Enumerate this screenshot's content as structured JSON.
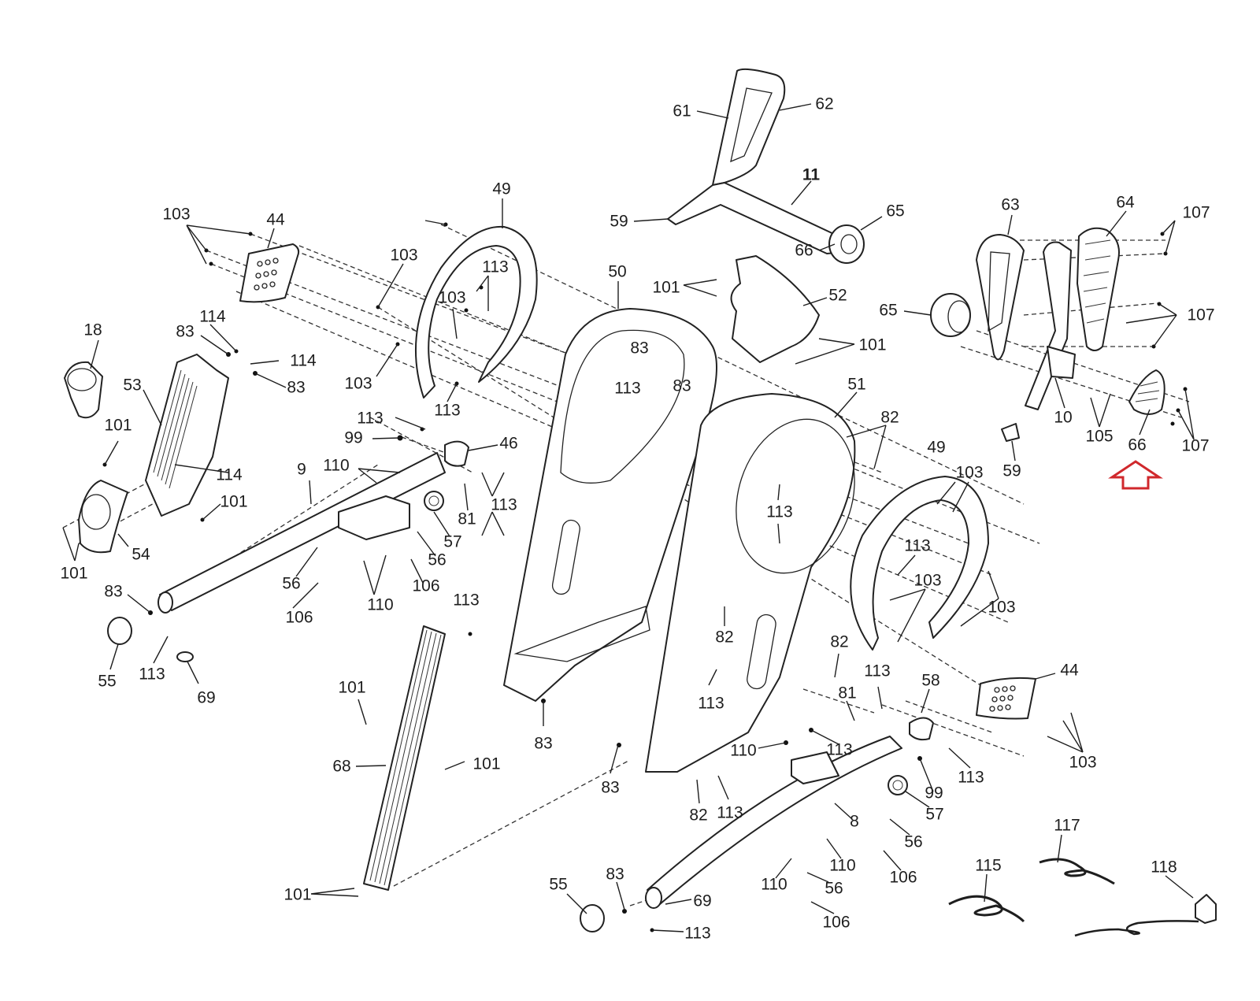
{
  "diagram": {
    "type": "exploded-parts-diagram",
    "subject": "elliptical trainer frame and shroud assembly",
    "highlight": {
      "part": "66",
      "indicator": "up-arrow-outline",
      "color": "#d0282c"
    },
    "callouts": [
      {
        "id": "c-61",
        "text": "61"
      },
      {
        "id": "c-62",
        "text": "62"
      },
      {
        "id": "c-11",
        "text": "11"
      },
      {
        "id": "c-59a",
        "text": "59"
      },
      {
        "id": "c-65a",
        "text": "65"
      },
      {
        "id": "c-66a",
        "text": "66"
      },
      {
        "id": "c-49a",
        "text": "49"
      },
      {
        "id": "c-103a",
        "text": "103"
      },
      {
        "id": "c-44a",
        "text": "44"
      },
      {
        "id": "c-103b",
        "text": "103"
      },
      {
        "id": "c-113a",
        "text": "113"
      },
      {
        "id": "c-103c",
        "text": "103"
      },
      {
        "id": "c-103d",
        "text": "103"
      },
      {
        "id": "c-113b",
        "text": "113"
      },
      {
        "id": "c-50",
        "text": "50"
      },
      {
        "id": "c-101a",
        "text": "101"
      },
      {
        "id": "c-52",
        "text": "52"
      },
      {
        "id": "c-101b",
        "text": "101"
      },
      {
        "id": "c-63",
        "text": "63"
      },
      {
        "id": "c-64",
        "text": "64"
      },
      {
        "id": "c-107a",
        "text": "107"
      },
      {
        "id": "c-65b",
        "text": "65"
      },
      {
        "id": "c-107b",
        "text": "107"
      },
      {
        "id": "c-10",
        "text": "10"
      },
      {
        "id": "c-105",
        "text": "105"
      },
      {
        "id": "c-66b",
        "text": "66"
      },
      {
        "id": "c-107c",
        "text": "107"
      },
      {
        "id": "c-59b",
        "text": "59"
      },
      {
        "id": "c-114a",
        "text": "114"
      },
      {
        "id": "c-83a",
        "text": "83"
      },
      {
        "id": "c-114b",
        "text": "114"
      },
      {
        "id": "c-83b",
        "text": "83"
      },
      {
        "id": "c-18",
        "text": "18"
      },
      {
        "id": "c-53",
        "text": "53"
      },
      {
        "id": "c-101c",
        "text": "101"
      },
      {
        "id": "c-114c",
        "text": "114"
      },
      {
        "id": "c-101d",
        "text": "101"
      },
      {
        "id": "c-54",
        "text": "54"
      },
      {
        "id": "c-101e",
        "text": "101"
      },
      {
        "id": "c-83c",
        "text": "83"
      },
      {
        "id": "c-113c",
        "text": "113"
      },
      {
        "id": "c-83d",
        "text": "83"
      },
      {
        "id": "c-113d",
        "text": "113"
      },
      {
        "id": "c-99a",
        "text": "99"
      },
      {
        "id": "c-46",
        "text": "46"
      },
      {
        "id": "c-9",
        "text": "9"
      },
      {
        "id": "c-110a",
        "text": "110"
      },
      {
        "id": "c-81a",
        "text": "81"
      },
      {
        "id": "c-113e",
        "text": "113"
      },
      {
        "id": "c-57a",
        "text": "57"
      },
      {
        "id": "c-56a",
        "text": "56"
      },
      {
        "id": "c-106a",
        "text": "106"
      },
      {
        "id": "c-56b",
        "text": "56"
      },
      {
        "id": "c-106b",
        "text": "106"
      },
      {
        "id": "c-110b",
        "text": "110"
      },
      {
        "id": "c-83e",
        "text": "83"
      },
      {
        "id": "c-55a",
        "text": "55"
      },
      {
        "id": "c-113f",
        "text": "113"
      },
      {
        "id": "c-69a",
        "text": "69"
      },
      {
        "id": "c-51",
        "text": "51"
      },
      {
        "id": "c-82a",
        "text": "82"
      },
      {
        "id": "c-113g",
        "text": "113"
      },
      {
        "id": "c-49b",
        "text": "49"
      },
      {
        "id": "c-103e",
        "text": "103"
      },
      {
        "id": "c-113h",
        "text": "113"
      },
      {
        "id": "c-103f",
        "text": "103"
      },
      {
        "id": "c-103g",
        "text": "103"
      },
      {
        "id": "c-113i",
        "text": "113"
      },
      {
        "id": "c-82b",
        "text": "82"
      },
      {
        "id": "c-82c",
        "text": "82"
      },
      {
        "id": "c-113j",
        "text": "113"
      },
      {
        "id": "c-83f",
        "text": "83"
      },
      {
        "id": "c-101f",
        "text": "101"
      },
      {
        "id": "c-68",
        "text": "68"
      },
      {
        "id": "c-101g",
        "text": "101"
      },
      {
        "id": "c-101h",
        "text": "101"
      },
      {
        "id": "c-83g",
        "text": "83"
      },
      {
        "id": "c-82d",
        "text": "82"
      },
      {
        "id": "c-113k",
        "text": "113"
      },
      {
        "id": "c-81b",
        "text": "81"
      },
      {
        "id": "c-113l",
        "text": "113"
      },
      {
        "id": "c-58",
        "text": "58"
      },
      {
        "id": "c-44b",
        "text": "44"
      },
      {
        "id": "c-103h",
        "text": "103"
      },
      {
        "id": "c-110c",
        "text": "110"
      },
      {
        "id": "c-113m",
        "text": "113"
      },
      {
        "id": "c-113n",
        "text": "113"
      },
      {
        "id": "c-99b",
        "text": "99"
      },
      {
        "id": "c-57b",
        "text": "57"
      },
      {
        "id": "c-8",
        "text": "8"
      },
      {
        "id": "c-56c",
        "text": "56"
      },
      {
        "id": "c-110d",
        "text": "110"
      },
      {
        "id": "c-106c",
        "text": "106"
      },
      {
        "id": "c-110e",
        "text": "110"
      },
      {
        "id": "c-56d",
        "text": "56"
      },
      {
        "id": "c-106d",
        "text": "106"
      },
      {
        "id": "c-55b",
        "text": "55"
      },
      {
        "id": "c-83h",
        "text": "83"
      },
      {
        "id": "c-69b",
        "text": "69"
      },
      {
        "id": "c-113o",
        "text": "113"
      },
      {
        "id": "c-117",
        "text": "117"
      },
      {
        "id": "c-115",
        "text": "115"
      },
      {
        "id": "c-118",
        "text": "118"
      }
    ]
  }
}
